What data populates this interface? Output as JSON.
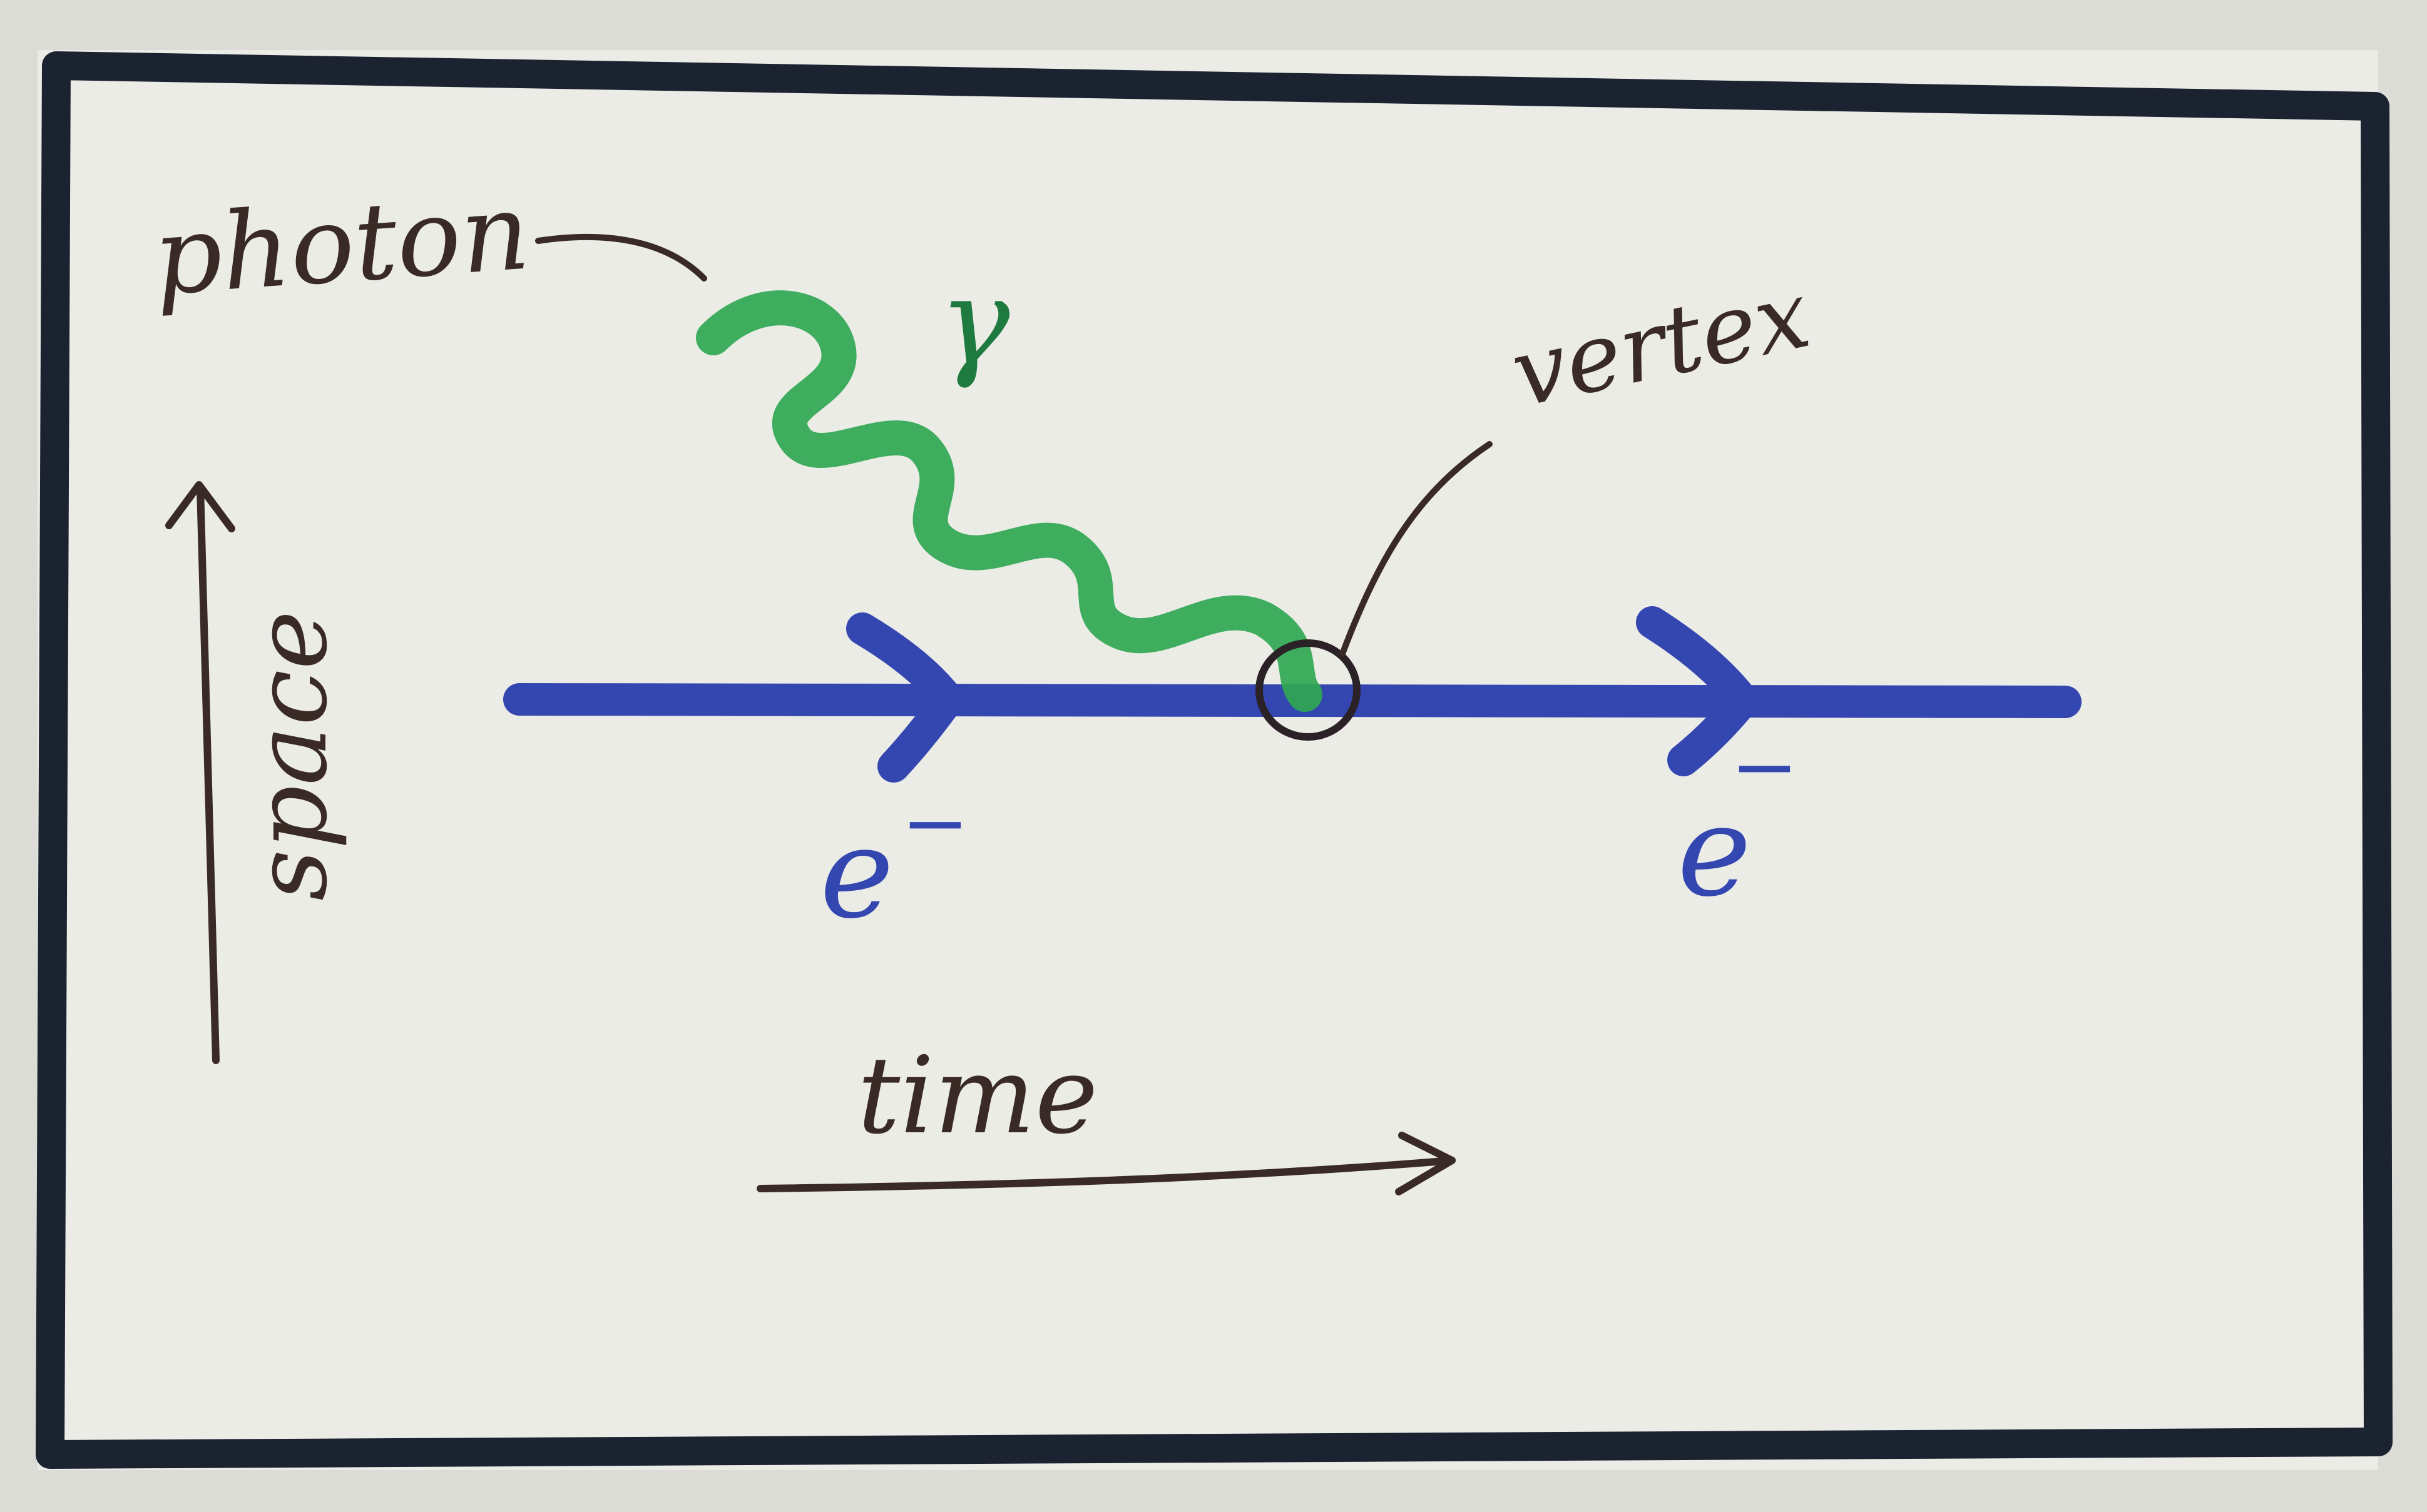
{
  "labels": {
    "photon": "photon",
    "gamma": "γ",
    "vertex": "vertex",
    "space": "space",
    "time": "time",
    "electron_in": "e",
    "electron_out": "e",
    "electron_charge": "−"
  },
  "colors": {
    "paper": "#ecece7",
    "frame": "#1b2230",
    "electron_line": "#3446b0",
    "photon": "#2fa752",
    "gamma_label": "#1e7a3f",
    "ink": "#3a2a26"
  }
}
